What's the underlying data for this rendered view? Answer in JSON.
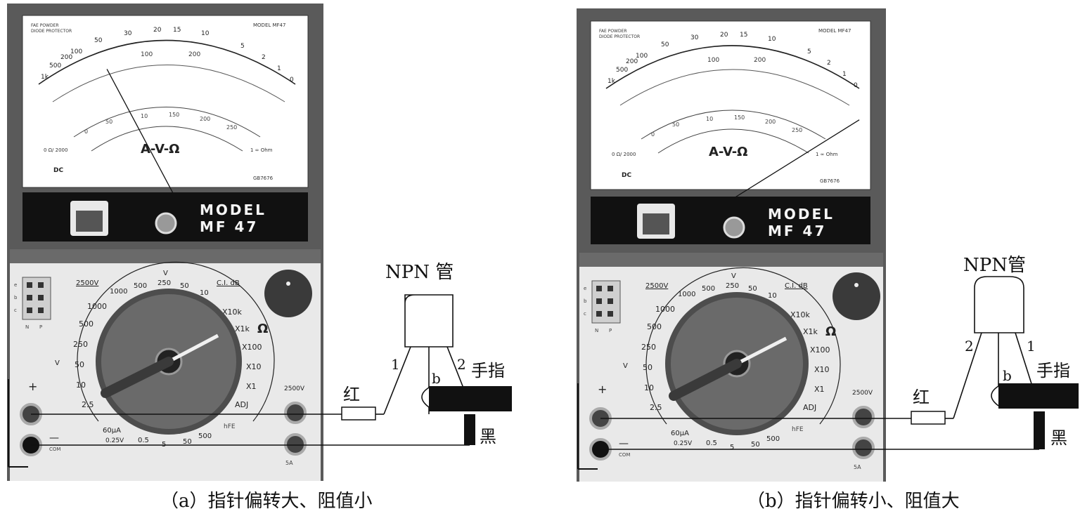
{
  "panels": [
    {
      "id": "a",
      "dial": {
        "top_left_text": [
          "FAE POWDER",
          "DIODE PROTECTOR"
        ],
        "model_small": "MODEL MF47",
        "mode_label": "A-V-Ω",
        "dc_label": "DC",
        "serial": "GB7676",
        "left_bottom_text": "0 Ω/ 2000",
        "right_bottom_text": "1 ∞ Ohm",
        "ohm_scale": [
          "1k",
          "500",
          "200",
          "100",
          "50",
          "30",
          "20",
          "15",
          "10",
          "5",
          "2",
          "1",
          "0"
        ],
        "mid_scale": [
          "100",
          "200"
        ],
        "lower_scale": [
          "0",
          "50",
          "10",
          "150",
          "200",
          "250"
        ]
      },
      "brand": {
        "line1": "MODEL",
        "line2": "MF 47"
      },
      "switch": {
        "top_v": "V",
        "left_voltages": [
          "2500V",
          "1000",
          "500",
          "250",
          "50",
          "10",
          "2.5"
        ],
        "top_voltages": [
          "1000",
          "500",
          "250",
          "50",
          "10"
        ],
        "ohm_ranges": [
          "X10k",
          "X1k",
          "X100",
          "X10",
          "X1",
          "ADJ"
        ],
        "bottom_labels": [
          "60μA",
          "0.25V",
          "0.5",
          "5",
          "50",
          "500"
        ],
        "cal": "C.I. dB",
        "ohm_symbol": "Ω",
        "v_left": "V",
        "hfe": "hFE",
        "npn": [
          "N",
          "P"
        ],
        "socket_labels": [
          "e",
          "b",
          "c"
        ]
      },
      "jacks": {
        "plus": "+",
        "minus": "—",
        "com": "COM",
        "right_top": "2500V",
        "right_bottom": "5A"
      },
      "transistor": {
        "title": "NPN 管",
        "pin_left": "1",
        "pin_right": "2",
        "base": "b"
      },
      "labels": {
        "red": "红",
        "black": "黑",
        "finger": "手指"
      },
      "pointer_angle": 62,
      "caption": "（a）指针偏转大、阻值小"
    },
    {
      "id": "b",
      "dial": {
        "top_left_text": [
          "FAE POWDER",
          "DIODE PROTECTOR"
        ],
        "model_small": "MODEL MF47",
        "mode_label": "A-V-Ω",
        "dc_label": "DC",
        "serial": "GB7676",
        "left_bottom_text": "0 Ω/ 2000",
        "right_bottom_text": "1 ∞ Ohm",
        "ohm_scale": [
          "1k",
          "500",
          "200",
          "100",
          "50",
          "30",
          "20",
          "15",
          "10",
          "5",
          "2",
          "1",
          "0"
        ],
        "mid_scale": [
          "100",
          "200"
        ],
        "lower_scale": [
          "0",
          "50",
          "10",
          "150",
          "200",
          "250"
        ]
      },
      "brand": {
        "line1": "MODEL",
        "line2": "MF 47"
      },
      "switch": {
        "top_v": "V",
        "left_voltages": [
          "2500V",
          "1000",
          "500",
          "250",
          "50",
          "10",
          "2.5"
        ],
        "top_voltages": [
          "1000",
          "500",
          "250",
          "50",
          "10"
        ],
        "ohm_ranges": [
          "X10k",
          "X1k",
          "X100",
          "X10",
          "X1",
          "ADJ"
        ],
        "bottom_labels": [
          "60μA",
          "0.25V",
          "0.5",
          "5",
          "50",
          "500"
        ],
        "cal": "C.I. dB",
        "ohm_symbol": "Ω",
        "v_left": "V",
        "hfe": "hFE",
        "npn": [
          "N",
          "P"
        ],
        "socket_labels": [
          "e",
          "b",
          "c"
        ]
      },
      "jacks": {
        "plus": "+",
        "minus": "—",
        "com": "COM",
        "right_top": "2500V",
        "right_bottom": "5A"
      },
      "transistor": {
        "title": "NPN管",
        "pin_left": "2",
        "pin_right": "1",
        "base": "b"
      },
      "labels": {
        "red": "红",
        "black": "黑",
        "finger": "手指"
      },
      "pointer_angle": 148,
      "caption": "（b）指针偏转小、阻值大"
    }
  ]
}
